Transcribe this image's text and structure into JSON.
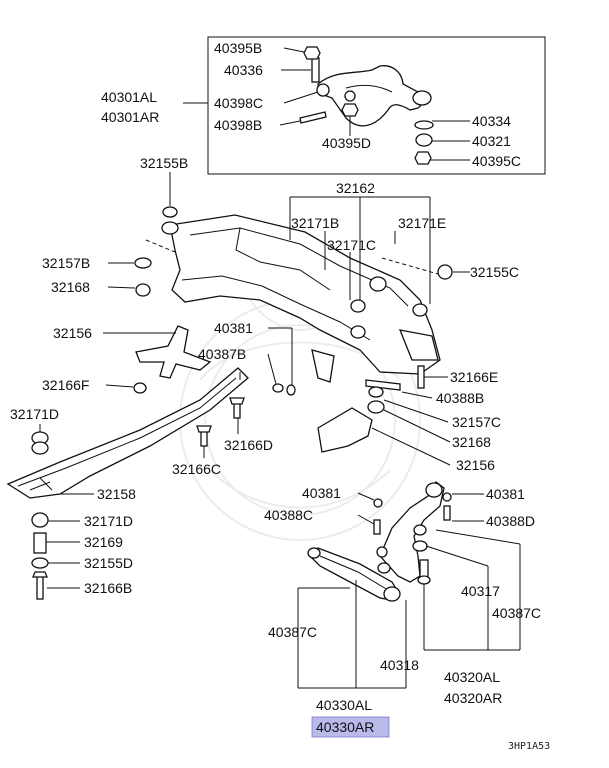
{
  "labels": {
    "p40395B": "40395B",
    "p40336": "40336",
    "p40301AL": "40301AL",
    "p40301AR": "40301AR",
    "p40398C": "40398C",
    "p40398B": "40398B",
    "p40395D": "40395D",
    "p40334": "40334",
    "p40321": "40321",
    "p40395C": "40395C",
    "p32155B": "32155B",
    "p32162": "32162",
    "p32171B": "32171B",
    "p32171E": "32171E",
    "p32171C": "32171C",
    "p32157B": "32157B",
    "p32155C": "32155C",
    "p32168a": "32168",
    "p32156a": "32156",
    "p40381a": "40381",
    "p40387B": "40387B",
    "p32166F": "32166F",
    "p32166E": "32166E",
    "p40388B": "40388B",
    "p32171D_a": "32171D",
    "p32166D": "32166D",
    "p32157C": "32157C",
    "p32168b": "32168",
    "p32166C": "32166C",
    "p32156b": "32156",
    "p32158": "32158",
    "p40381b": "40381",
    "p40381c": "40381",
    "p40388C": "40388C",
    "p40388D": "40388D",
    "p32171D_b": "32171D",
    "p32169": "32169",
    "p32155D": "32155D",
    "p32166B": "32166B",
    "p40317": "40317",
    "p40387C_a": "40387C",
    "p40387C_b": "40387C",
    "p40318": "40318",
    "p40320AL": "40320AL",
    "p40320AR": "40320AR",
    "p40330AL": "40330AL",
    "p40330AR": "40330AR"
  },
  "diagram_code": "3HP1A53",
  "colors": {
    "highlight": "#b9b9ea",
    "line": "#111111",
    "watermark": "#ececec"
  }
}
